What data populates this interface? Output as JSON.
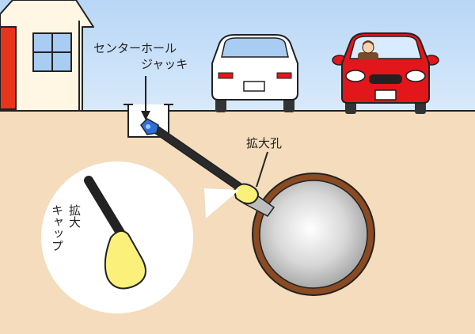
{
  "labels": {
    "jack_line1": "センターホール",
    "jack_line2": "ジャッキ",
    "hole": "拡大孔",
    "cap_line1": "拡大",
    "cap_line2": "キャップ"
  },
  "colors": {
    "sky": "#c4def8",
    "ground": "#f4dcbc",
    "outline": "#222222",
    "hole_ring": "#8a4a22",
    "hole_center": "#ffffff",
    "hole_edge": "#a9a9a9",
    "cap_yellow": "#fbf07a",
    "jack_head": "#2f6fd8",
    "red_car": "#e2161b",
    "white_car": "#ffffff",
    "house_wall": "#fff6e4",
    "house_door": "#e8341c"
  },
  "icons": {
    "jack": "center-hole-jack-icon",
    "cap": "enlargement-cap-icon",
    "car_white": "white-car-icon",
    "car_red": "red-car-icon",
    "house": "house-icon",
    "driver": "driver-icon"
  }
}
